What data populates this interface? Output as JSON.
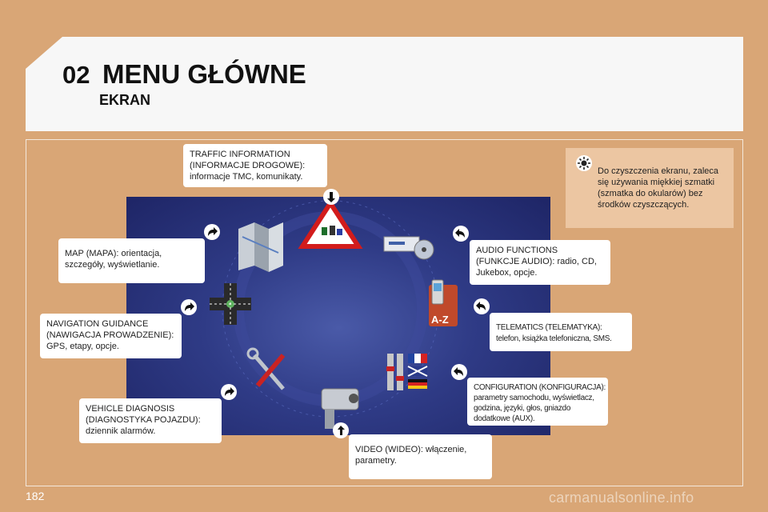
{
  "header": {
    "chapter": "02",
    "title": "MENU GŁÓWNE",
    "subtitle": "EKRAN"
  },
  "tip": {
    "icon": "sun-icon",
    "lines": [
      "Do czyszczenia ekranu, zaleca",
      "się używania miękkiej szmatki",
      "(szmatka do okularów) bez",
      "środków czyszczących."
    ]
  },
  "callouts": {
    "traffic": [
      "TRAFFIC INFORMATION",
      "(INFORMACJE DROGOWE):",
      "informacje TMC, komunikaty."
    ],
    "map": [
      "MAP (MAPA): orientacja,",
      "szczegóły, wyświetlanie."
    ],
    "navigation": [
      "NAVIGATION GUIDANCE",
      "(NAWIGACJA PROWADZENIE):",
      "GPS, etapy, opcje."
    ],
    "vehicle": [
      "VEHICLE DIAGNOSIS",
      "(DIAGNOSTYKA POJAZDU):",
      "dziennik alarmów."
    ],
    "audio": [
      "AUDIO FUNCTIONS",
      "(FUNKCJE AUDIO): radio, CD,",
      "Jukebox, opcje."
    ],
    "telematics": [
      "TELEMATICS (TELEMATYKA):",
      "telefon, książka telefoniczna, SMS."
    ],
    "configuration": [
      "CONFIGURATION (KONFIGURACJA):",
      "parametry samochodu, wyświetlacz,",
      "godzina, języki, głos, gniazdo",
      "dodatkowe (AUX)."
    ],
    "video": [
      "VIDEO (WIDEO): włączenie,",
      "parametry."
    ]
  },
  "screen": {
    "az_label": "A-Z"
  },
  "footer": {
    "page_number": "182",
    "watermark": "carmanualsonline.info"
  }
}
